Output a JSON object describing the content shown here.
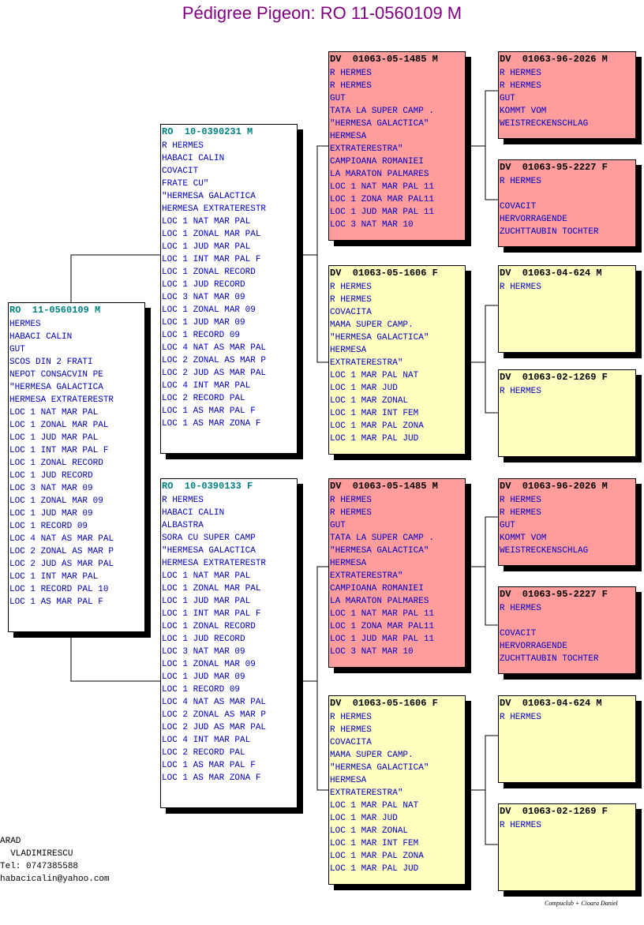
{
  "title": "Pédigree Pigeon: RO  11-0560109 M",
  "subject": {
    "id": "RO  11-0560109 M",
    "lines": [
      "HERMES",
      "HABACI CALIN",
      "GUT",
      "SCOS DIN 2 FRATI",
      "NEPOT CONSACVIN PE",
      "\"HERMESA GALACTICA",
      "HERMESA EXTRATERESTR",
      "LOC 1 NAT MAR PAL",
      "LOC 1 ZONAL MAR PAL",
      "LOC 1 JUD MAR PAL",
      "LOC 1 INT MAR PAL F",
      "LOC 1 ZONAL RECORD",
      "LOC 1 JUD RECORD",
      "LOC 3 NAT MAR 09",
      "LOC 1 ZONAL MAR 09",
      "LOC 1 JUD MAR 09",
      "LOC 1 RECORD 09",
      "LOC 4 NAT AS MAR PAL",
      "LOC 2 ZONAL AS MAR P",
      "LOC 2 JUD AS MAR PAL",
      "LOC 1 INT MAR PAL",
      "LOC 1 RECORD PAL 10",
      "LOC 1 AS MAR PAL F"
    ]
  },
  "sire": {
    "id": "RO  10-0390231 M",
    "lines": [
      "R HERMES",
      "HABACI CALIN",
      "COVACIT",
      "FRATE CU\"",
      "\"HERMESA GALACTICA",
      "HERMESA EXTRATERESTR",
      "LOC 1 NAT MAR PAL",
      "LOC 1 ZONAL MAR PAL",
      "LOC 1 JUD MAR PAL",
      "LOC 1 INT MAR PAL F",
      "LOC 1 ZONAL RECORD",
      "LOC 1 JUD RECORD",
      "LOC 3 NAT MAR 09",
      "LOC 1 ZONAL MAR 09",
      "LOC 1 JUD MAR 09",
      "LOC 1 RECORD 09",
      "LOC 4 NAT AS MAR PAL",
      "LOC 2 ZONAL AS MAR P",
      "LOC 2 JUD AS MAR PAL",
      "LOC 4 INT MAR PAL",
      "LOC 2 RECORD PAL",
      "LOC 1 AS MAR PAL F",
      "LOC 1 AS MAR ZONA F"
    ]
  },
  "dam": {
    "id": "RO  10-0390133 F",
    "lines": [
      "R HERMES",
      "HABACI CALIN",
      "ALBASTRA",
      "SORA CU SUPER CAMP",
      "\"HERMESA GALACTICA",
      "HERMESA EXTRATERESTR",
      "LOC 1 NAT MAR PAL",
      "LOC 1 ZONAL MAR PAL",
      "LOC 1 JUD MAR PAL",
      "LOC 1 INT MAR PAL F",
      "LOC 1 ZONAL RECORD",
      "LOC 1 JUD RECORD",
      "LOC 3 NAT MAR 09",
      "LOC 1 ZONAL MAR 09",
      "LOC 1 JUD MAR 09",
      "LOC 1 RECORD 09",
      "LOC 4 NAT AS MAR PAL",
      "LOC 2 ZONAL AS MAR P",
      "LOC 2 JUD AS MAR PAL",
      "LOC 4 INT MAR PAL",
      "LOC 2 RECORD PAL",
      "LOC 1 AS MAR PAL F",
      "LOC 1 AS MAR ZONA F"
    ]
  },
  "sire_sire": {
    "id": "DV  01063-05-1485 M",
    "lines": [
      "R HERMES",
      "R HERMES",
      "GUT",
      "TATA LA SUPER CAMP .",
      "\"HERMESA GALACTICA\"",
      "HERMESA",
      "EXTRATERESTRA\"",
      "CAMPIOANA ROMANIEI",
      "LA MARATON PALMARES",
      "LOC 1 NAT MAR PAL 11",
      "LOC 1 ZONA MAR PAL11",
      "LOC 1 JUD MAR PAL 11",
      "LOC 3 NAT MAR 10"
    ]
  },
  "sire_dam": {
    "id": "DV  01063-05-1606 F",
    "lines": [
      "R HERMES",
      "R HERMES",
      "COVACITA",
      "MAMA SUPER CAMP.",
      "\"HERMESA GALACTICA\"",
      "HERMESA",
      "EXTRATERESTRA\"",
      "LOC 1 MAR PAL NAT",
      "LOC 1 MAR JUD",
      "LOC 1 MAR ZONAL",
      "LOC 1 MAR INT FEM",
      "LOC 1 MAR PAL ZONA",
      "LOC 1 MAR PAL JUD"
    ]
  },
  "dam_sire": {
    "id": "DV  01063-05-1485 M",
    "lines": [
      "R HERMES",
      "R HERMES",
      "GUT",
      "TATA LA SUPER CAMP .",
      "\"HERMESA GALACTICA\"",
      "HERMESA",
      "EXTRATERESTRA\"",
      "CAMPIOANA ROMANIEI",
      "LA MARATON PALMARES",
      "LOC 1 NAT MAR PAL 11",
      "LOC 1 ZONA MAR PAL11",
      "LOC 1 JUD MAR PAL 11",
      "LOC 3 NAT MAR 10"
    ]
  },
  "dam_dam": {
    "id": "DV  01063-05-1606 F",
    "lines": [
      "R HERMES",
      "R HERMES",
      "COVACITA",
      "MAMA SUPER CAMP.",
      "\"HERMESA GALACTICA\"",
      "HERMESA",
      "EXTRATERESTRA\"",
      "LOC 1 MAR PAL NAT",
      "LOC 1 MAR JUD",
      "LOC 1 MAR ZONAL",
      "LOC 1 MAR INT FEM",
      "LOC 1 MAR PAL ZONA",
      "LOC 1 MAR PAL JUD"
    ]
  },
  "ss_sire": {
    "id": "DV  01063-96-2026 M",
    "lines": [
      "R HERMES",
      "R HERMES",
      "GUT",
      "KOMMT VOM",
      "WEISTRECKENSCHLAG"
    ]
  },
  "ss_dam": {
    "id": "DV  01063-95-2227 F",
    "lines": [
      "R HERMES",
      "",
      "COVACIT",
      "HERVORRAGENDE",
      "ZUCHTTAUBIN TOCHTER"
    ]
  },
  "sd_sire": {
    "id": "DV  01063-04-624 M",
    "lines": [
      "R HERMES"
    ]
  },
  "sd_dam": {
    "id": "DV  01063-02-1269 F",
    "lines": [
      "R HERMES"
    ]
  },
  "ds_sire": {
    "id": "DV  01063-96-2026 M",
    "lines": [
      "R HERMES",
      "R HERMES",
      "GUT",
      "KOMMT VOM",
      "WEISTRECKENSCHLAG"
    ]
  },
  "ds_dam": {
    "id": "DV  01063-95-2227 F",
    "lines": [
      "R HERMES",
      "",
      "COVACIT",
      "HERVORRAGENDE",
      "ZUCHTTAUBIN TOCHTER"
    ]
  },
  "dd_sire": {
    "id": "DV  01063-04-624 M",
    "lines": [
      "R HERMES"
    ]
  },
  "dd_dam": {
    "id": "DV  01063-02-1269 F",
    "lines": [
      "R HERMES"
    ]
  },
  "contact": [
    "ARAD",
    "  VLADIMIRESCU",
    "Tel: 0747385588",
    "habacicalin@yahoo.com"
  ],
  "credit": "Compuclub + Cioara Daniel",
  "colors": {
    "title": "#800080",
    "male_card": "#ff9c9c",
    "female_card": "#ffffc0",
    "line_text": "#0000c0",
    "id_text": "#008080"
  }
}
